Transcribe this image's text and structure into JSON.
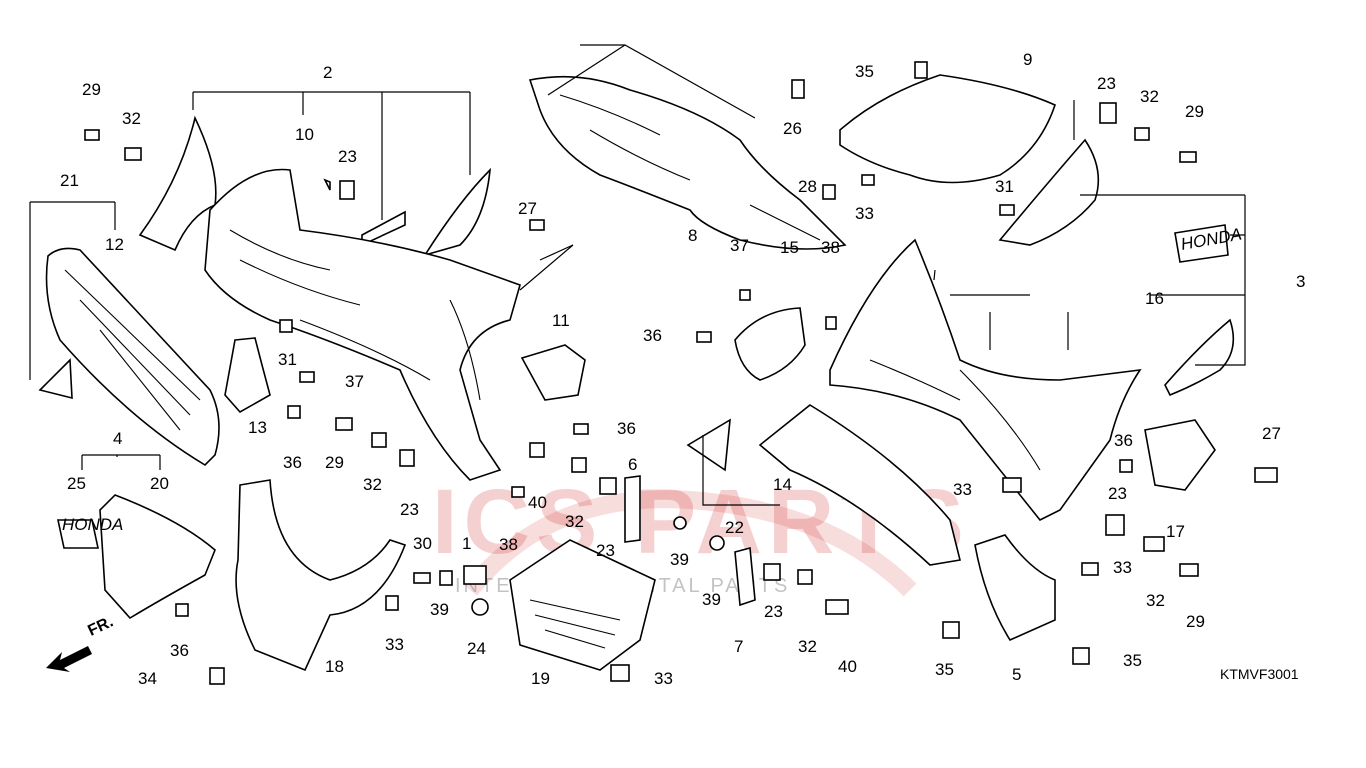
{
  "diagram": {
    "drawing_code": "KTMVF3001",
    "front_indicator": "FR.",
    "watermark": {
      "brand": "ICS PARTS",
      "tagline": "INTERCONTINENTAL     PARTS"
    },
    "labels": [
      "1",
      "2",
      "3",
      "4",
      "5",
      "6",
      "7",
      "8",
      "9",
      "10",
      "11",
      "12",
      "13",
      "14",
      "15",
      "16",
      "17",
      "18",
      "19",
      "20",
      "21",
      "22",
      "23",
      "24",
      "25",
      "26",
      "27",
      "28",
      "29",
      "30",
      "31",
      "32",
      "33",
      "34",
      "35",
      "36",
      "37",
      "38",
      "39",
      "40"
    ],
    "badge_text": "HONDA"
  }
}
